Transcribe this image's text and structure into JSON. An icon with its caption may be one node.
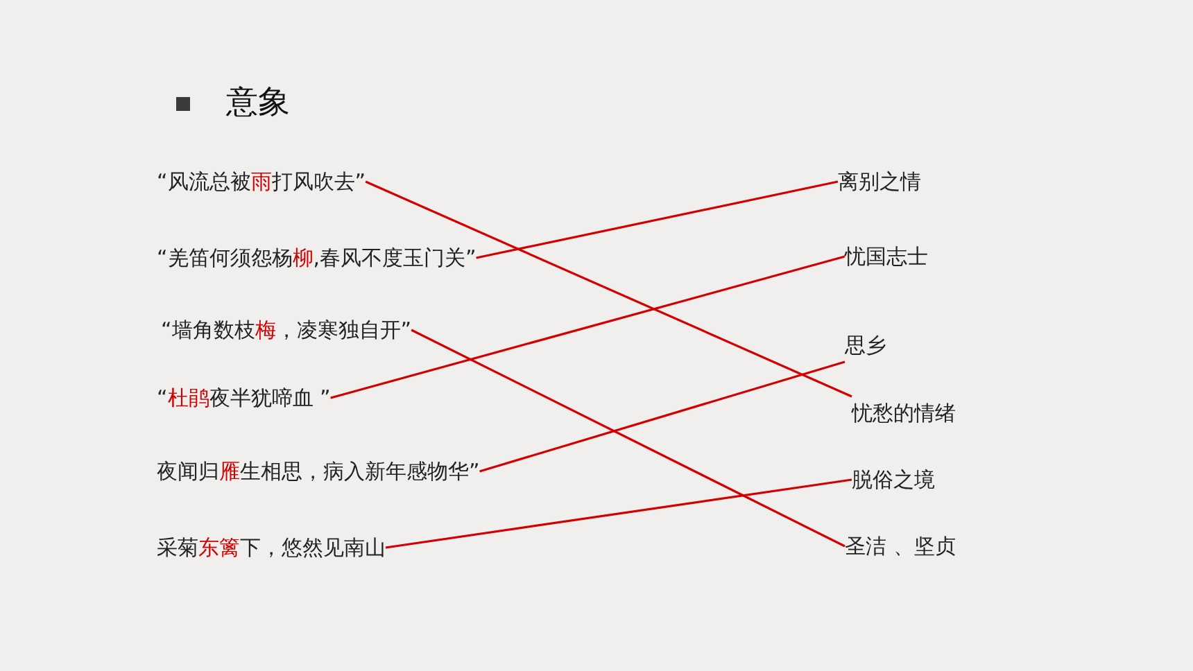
{
  "diagram": {
    "title": "意象",
    "nodes": [
      {
        "text": [
          "“风流总被**雨**打风吹去”"
        ]
      },
      {
        "text": [
          "“羌笛何须怨杨**柳**,春风不度玉门关”"
        ]
      },
      {
        "text": [
          "“墙角数枝**梅**，凌寒独自开”"
        ]
      },
      {
        "text": [
          "“**杜鹃**夜半犹啼血 ”"
        ]
      },
      {
        "text": [
          "夜闻归**雁**生相思，病入新年感物华”"
        ]
      },
      {
        "text": [
          "采菊**东篱**下，悠然见南山"
        ]
      },
      {
        "text": [
          "离别之情"
        ]
      },
      {
        "text": [
          "忧国志士"
        ]
      },
      {
        "text": [
          "思乡"
        ]
      },
      {
        "text": [
          "忧愁的情绪"
        ]
      },
      {
        "text": [
          "脱俗之境"
        ]
      },
      {
        "text": [
          "圣洁 、坚贞"
        ]
      }
    ],
    "edges": [
      {
        "from": 0,
        "to": 9,
        "arrow": "none"
      },
      {
        "from": 1,
        "to": 6,
        "arrow": "none"
      },
      {
        "from": 2,
        "to": 11,
        "arrow": "none"
      },
      {
        "from": 3,
        "to": 7,
        "arrow": "none"
      },
      {
        "from": 4,
        "to": 8,
        "arrow": "none"
      },
      {
        "from": 5,
        "to": 10,
        "arrow": "none"
      }
    ]
  }
}
